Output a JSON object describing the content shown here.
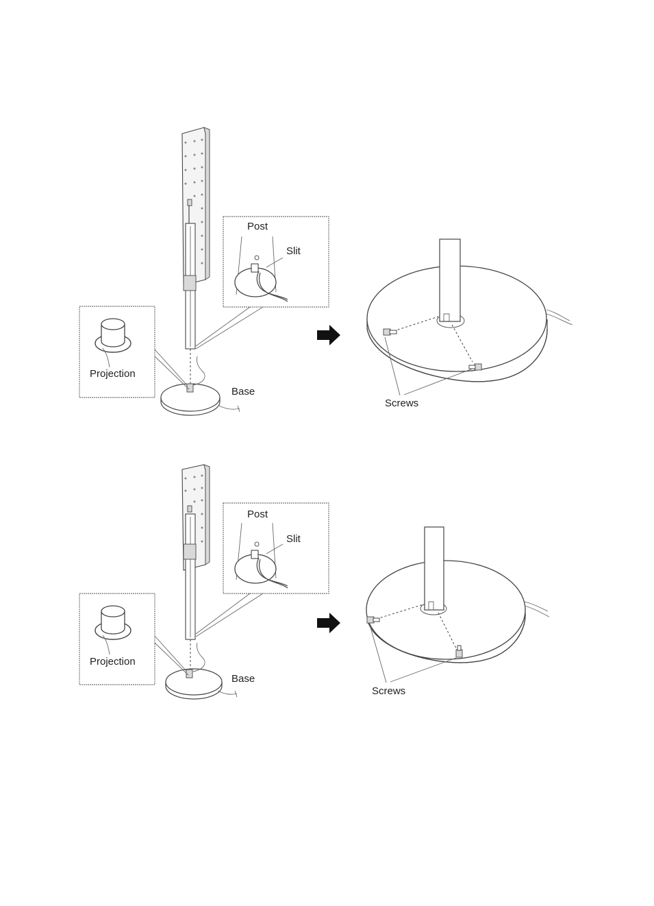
{
  "figure": {
    "steps": [
      {
        "labels": {
          "post": "Post",
          "slit": "Slit",
          "projection": "Projection",
          "base": "Base",
          "screws": "Screws"
        }
      },
      {
        "labels": {
          "post": "Post",
          "slit": "Slit",
          "projection": "Projection",
          "base": "Base",
          "screws": "Screws"
        }
      }
    ]
  }
}
